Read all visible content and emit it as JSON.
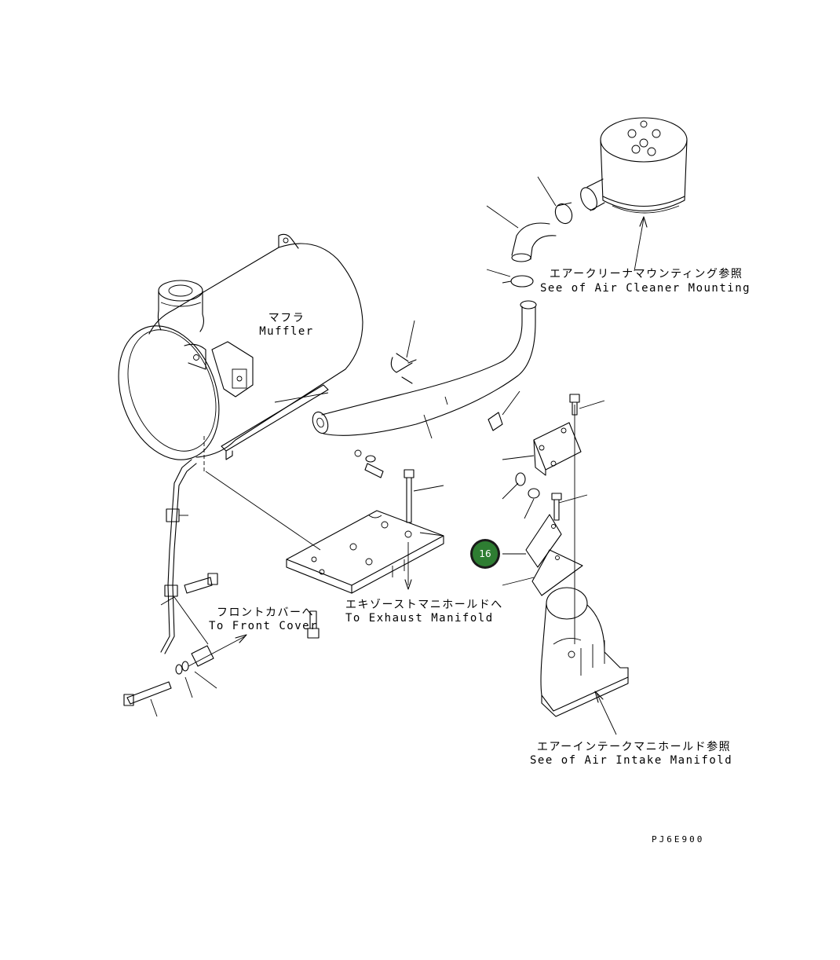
{
  "labels": {
    "muffler_jp": "マフラ",
    "muffler_en": "Muffler",
    "air_cleaner_jp": "エアークリーナマウンティング参照",
    "air_cleaner_en": "See of Air Cleaner Mounting",
    "exhaust_manifold_jp": "エキゾーストマニホールドへ",
    "exhaust_manifold_en": "To Exhaust Manifold",
    "front_cover_jp": "フロントカバーへ",
    "front_cover_en": "To Front Cover",
    "air_intake_jp": "エアーインテークマニホールド参照",
    "air_intake_en": "See of Air Intake Manifold"
  },
  "callout": {
    "number": "16",
    "fill_color": "#2e7d32",
    "ring_color": "#1a1a1a"
  },
  "drawing_code": "PJ6E900"
}
